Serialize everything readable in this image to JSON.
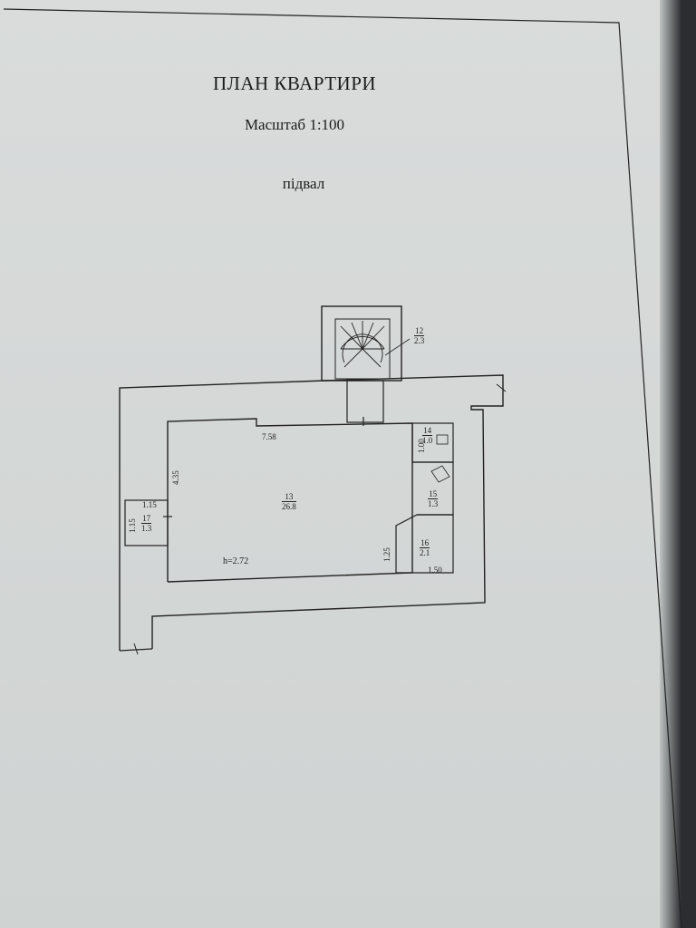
{
  "header": {
    "title": "ПЛАН КВАРТИРИ",
    "scale": "Масштаб 1:100",
    "floor": "підвал"
  },
  "rooms": [
    {
      "id": "12",
      "number": "12",
      "area": "2.3"
    },
    {
      "id": "13",
      "number": "13",
      "area": "26.8"
    },
    {
      "id": "14",
      "number": "14",
      "area": "1.0"
    },
    {
      "id": "15",
      "number": "15",
      "area": "1.3"
    },
    {
      "id": "16",
      "number": "16",
      "area": "2.1"
    },
    {
      "id": "17",
      "number": "17",
      "area": "1.3"
    }
  ],
  "dimensions": {
    "main_width": "7.58",
    "main_depth": "4.35",
    "room14_depth": "1.00",
    "room16_depth": "1.25",
    "room16_width": "1.50",
    "room17_width": "1.15",
    "room17_depth": "1.15"
  },
  "ceiling_height": "h=2.72",
  "colors": {
    "ink": "#1c1c1c",
    "paper": "#d9dcdb"
  }
}
